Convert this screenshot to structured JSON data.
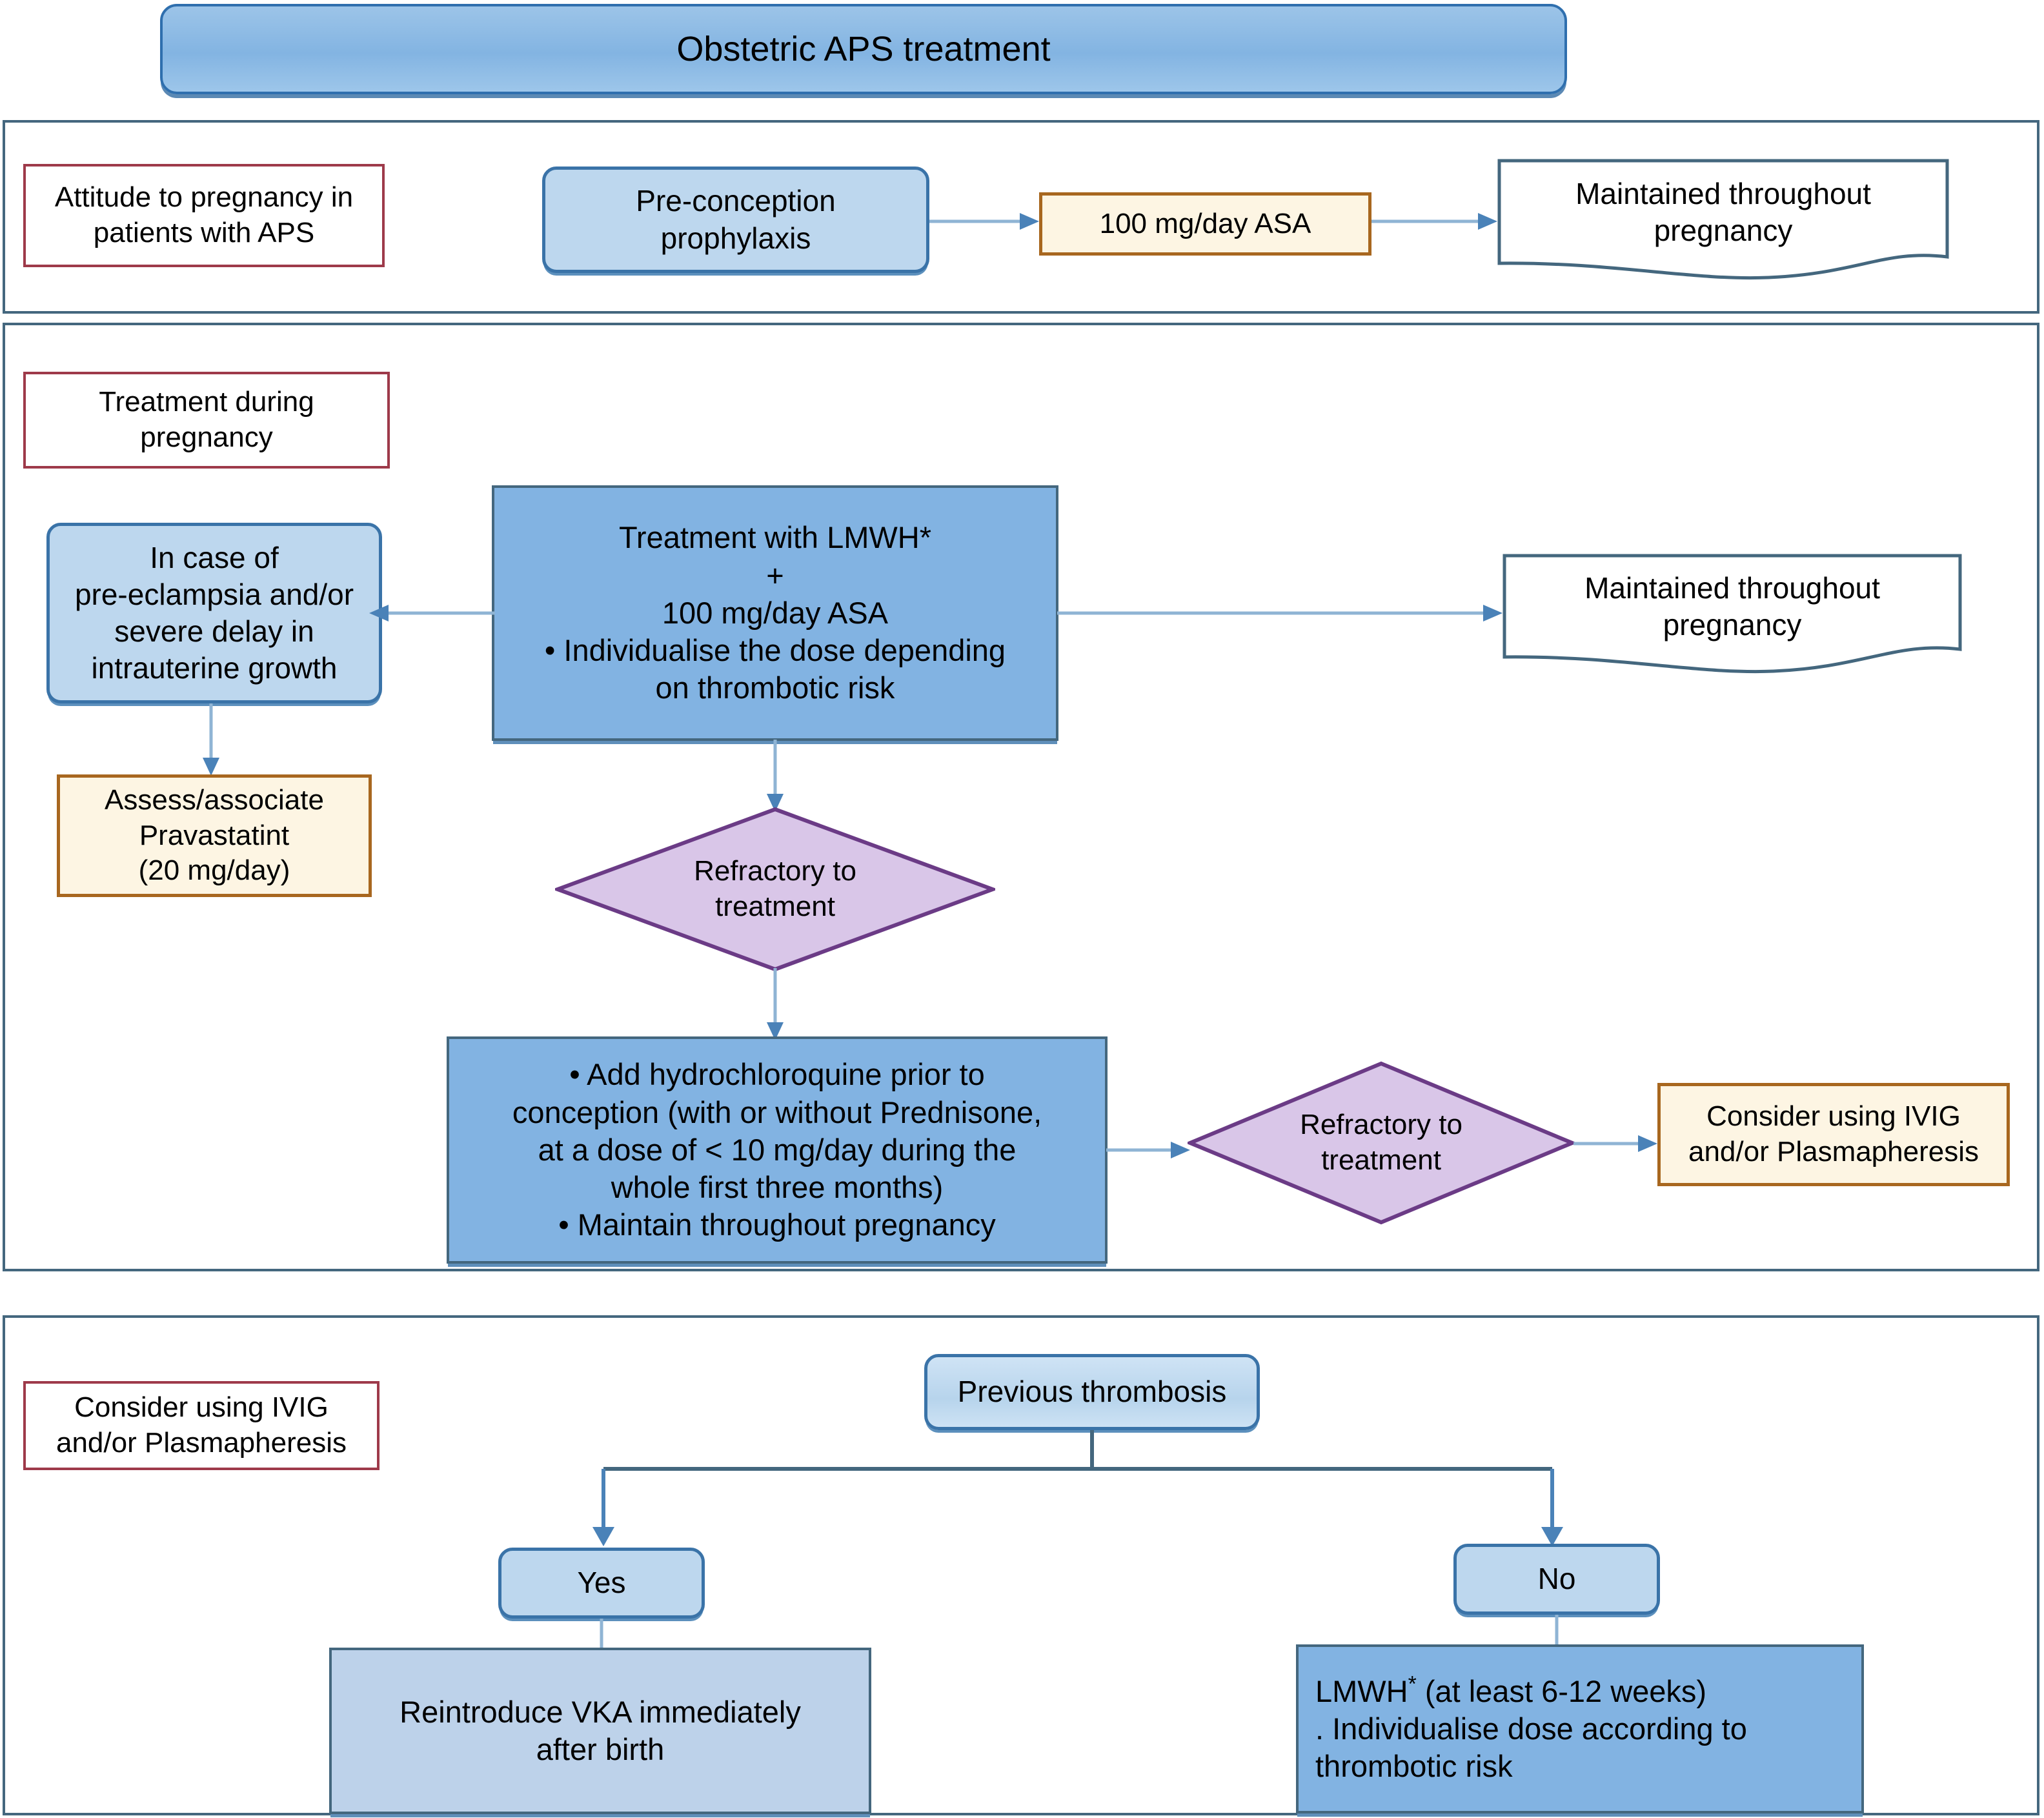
{
  "title": "Obstetric  APS treatment",
  "colors": {
    "frame_border": "#44677e",
    "label_border": "#9e3a4a",
    "blue_fill_dark": "#82b3e2",
    "blue_fill_light": "#bdd7ee",
    "blue_fill_pale": "#bdd2ea",
    "cream_fill": "#fdf5e3",
    "cream_border": "#a8671f",
    "diamond_fill": "#d9c6e8",
    "diamond_border": "#6b3b86",
    "arrow_color": "#4a82b8"
  },
  "sections": [
    {
      "id": "pre-conception",
      "label": "Attitude to pregnancy in\npatients with APS",
      "nodes": {
        "prophylaxis": "Pre-conception\nprophylaxis",
        "asa": "100 mg/day ASA",
        "maintained": "Maintained throughout\npregnancy"
      }
    },
    {
      "id": "during-pregnancy",
      "label": "Treatment during\npregnancy",
      "nodes": {
        "preeclampsia": "In case of\npre-eclampsia and/or\nsevere delay in\nintrauterine growth",
        "pravastatin": "Assess/associate\nPravastatint\n(20 mg/day)",
        "lmwh": "Treatment with LMWH*\n+\n100 mg/day ASA\n• Individualise the dose depending\non thrombotic risk",
        "maintained": "Maintained throughout\npregnancy",
        "refractory_1": "Refractory to\ntreatment",
        "hydroxychloroquine": "• Add hydrochloroquine prior to\nconception (with or without Prednisone,\nat a dose of < 10 mg/day during the\nwhole first three months)\n• Maintain throughout pregnancy",
        "refractory_2": "Refractory to\ntreatment",
        "ivig": "Consider using IVIG\nand/or Plasmapheresis"
      }
    },
    {
      "id": "postpartum",
      "label": "Consider using IVIG\nand/or Plasmapheresis",
      "nodes": {
        "previous_thrombosis": "Previous thrombosis",
        "yes": "Yes",
        "no": "No",
        "vka": "Reintroduce VKA immediately\nafter birth",
        "lmwh_post_line1": "LMWH",
        "lmwh_post_line1_rest": " (at least 6-12 weeks)",
        "lmwh_post_line2": ". Individualise dose according to",
        "lmwh_post_line3": "thrombotic risk"
      }
    }
  ]
}
